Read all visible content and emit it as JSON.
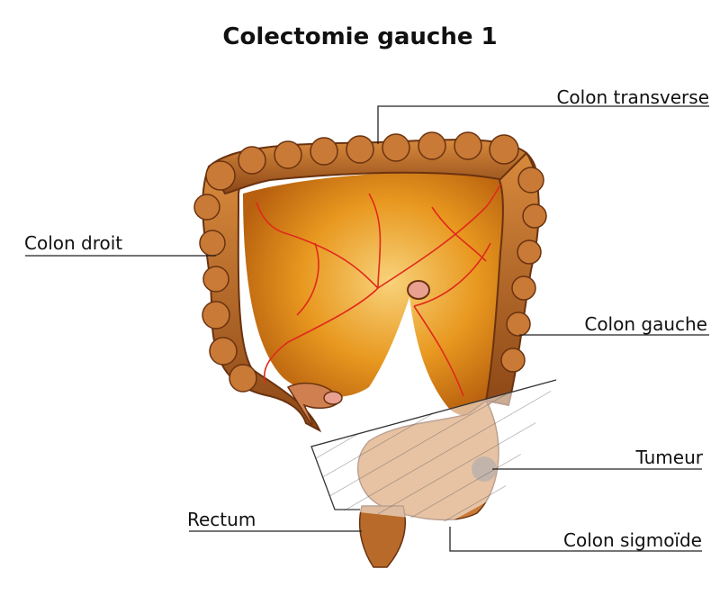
{
  "title": "Colectomie gauche 1",
  "labels": {
    "colon_transverse": "Colon transverse",
    "colon_droit": "Colon droit",
    "colon_gauche": "Colon gauche",
    "tumeur": "Tumeur",
    "rectum": "Rectum",
    "colon_sigmoide": "Colon sigmoïde"
  },
  "colors": {
    "colon_wall": "#b5651d",
    "colon_wall_dark": "#7a3a12",
    "mesentery": "#e08a1e",
    "mesentery_light": "#f6c25a",
    "vessels": "#e0291c",
    "tumor": "#7b5a45",
    "resected_overlay": "#ffffff",
    "leader_lines": "#222222"
  }
}
